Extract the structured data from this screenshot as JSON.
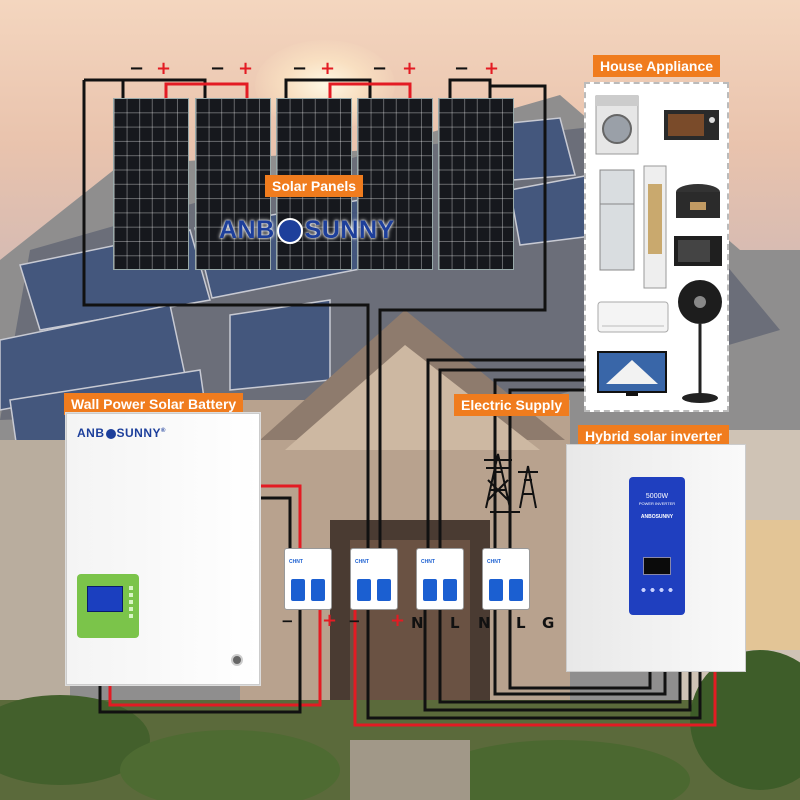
{
  "labels": {
    "solar_panels": "Solar Panels",
    "house_appliance": "House Appliance",
    "wall_battery": "Wall Power Solar Battery",
    "electric_supply": "Electric Supply",
    "hybrid_inverter": "Hybrid solar inverter"
  },
  "brand": {
    "main_logo_left": "ANB",
    "main_logo_right": "SUNNY",
    "battery_logo_left": "ANB",
    "battery_logo_right": "SUNNY",
    "trademark": "®"
  },
  "polarity_top": [
    {
      "neg": "−",
      "pos": "+"
    },
    {
      "neg": "−",
      "pos": "+"
    },
    {
      "neg": "−",
      "pos": "+"
    },
    {
      "neg": "−",
      "pos": "+"
    },
    {
      "neg": "−",
      "pos": "+"
    }
  ],
  "terminals_bottom": {
    "t1": "−",
    "t2": "+",
    "t3": "−",
    "t4": "+",
    "t5": "N",
    "t6": "L",
    "t7": "N",
    "t8": "L",
    "t9": "G"
  },
  "inverter": {
    "model": "5000W",
    "subtitle": "POWER INVERTER",
    "brand": "ANBOSUNNY"
  },
  "breaker_brand": "CHNT",
  "appliances": [
    "washing-machine",
    "toaster-oven",
    "refrigerator",
    "tower-ac",
    "rice-cooker",
    "microwave",
    "air-conditioner",
    "standing-fan",
    "television"
  ],
  "colors": {
    "label_orange": "#f07c1e",
    "wire_red": "#e31b23",
    "wire_black": "#111111",
    "brand_blue": "#1d3f9b",
    "battery_screen_green": "#7bc44a",
    "inverter_panel_blue": "#1f3fbf"
  }
}
